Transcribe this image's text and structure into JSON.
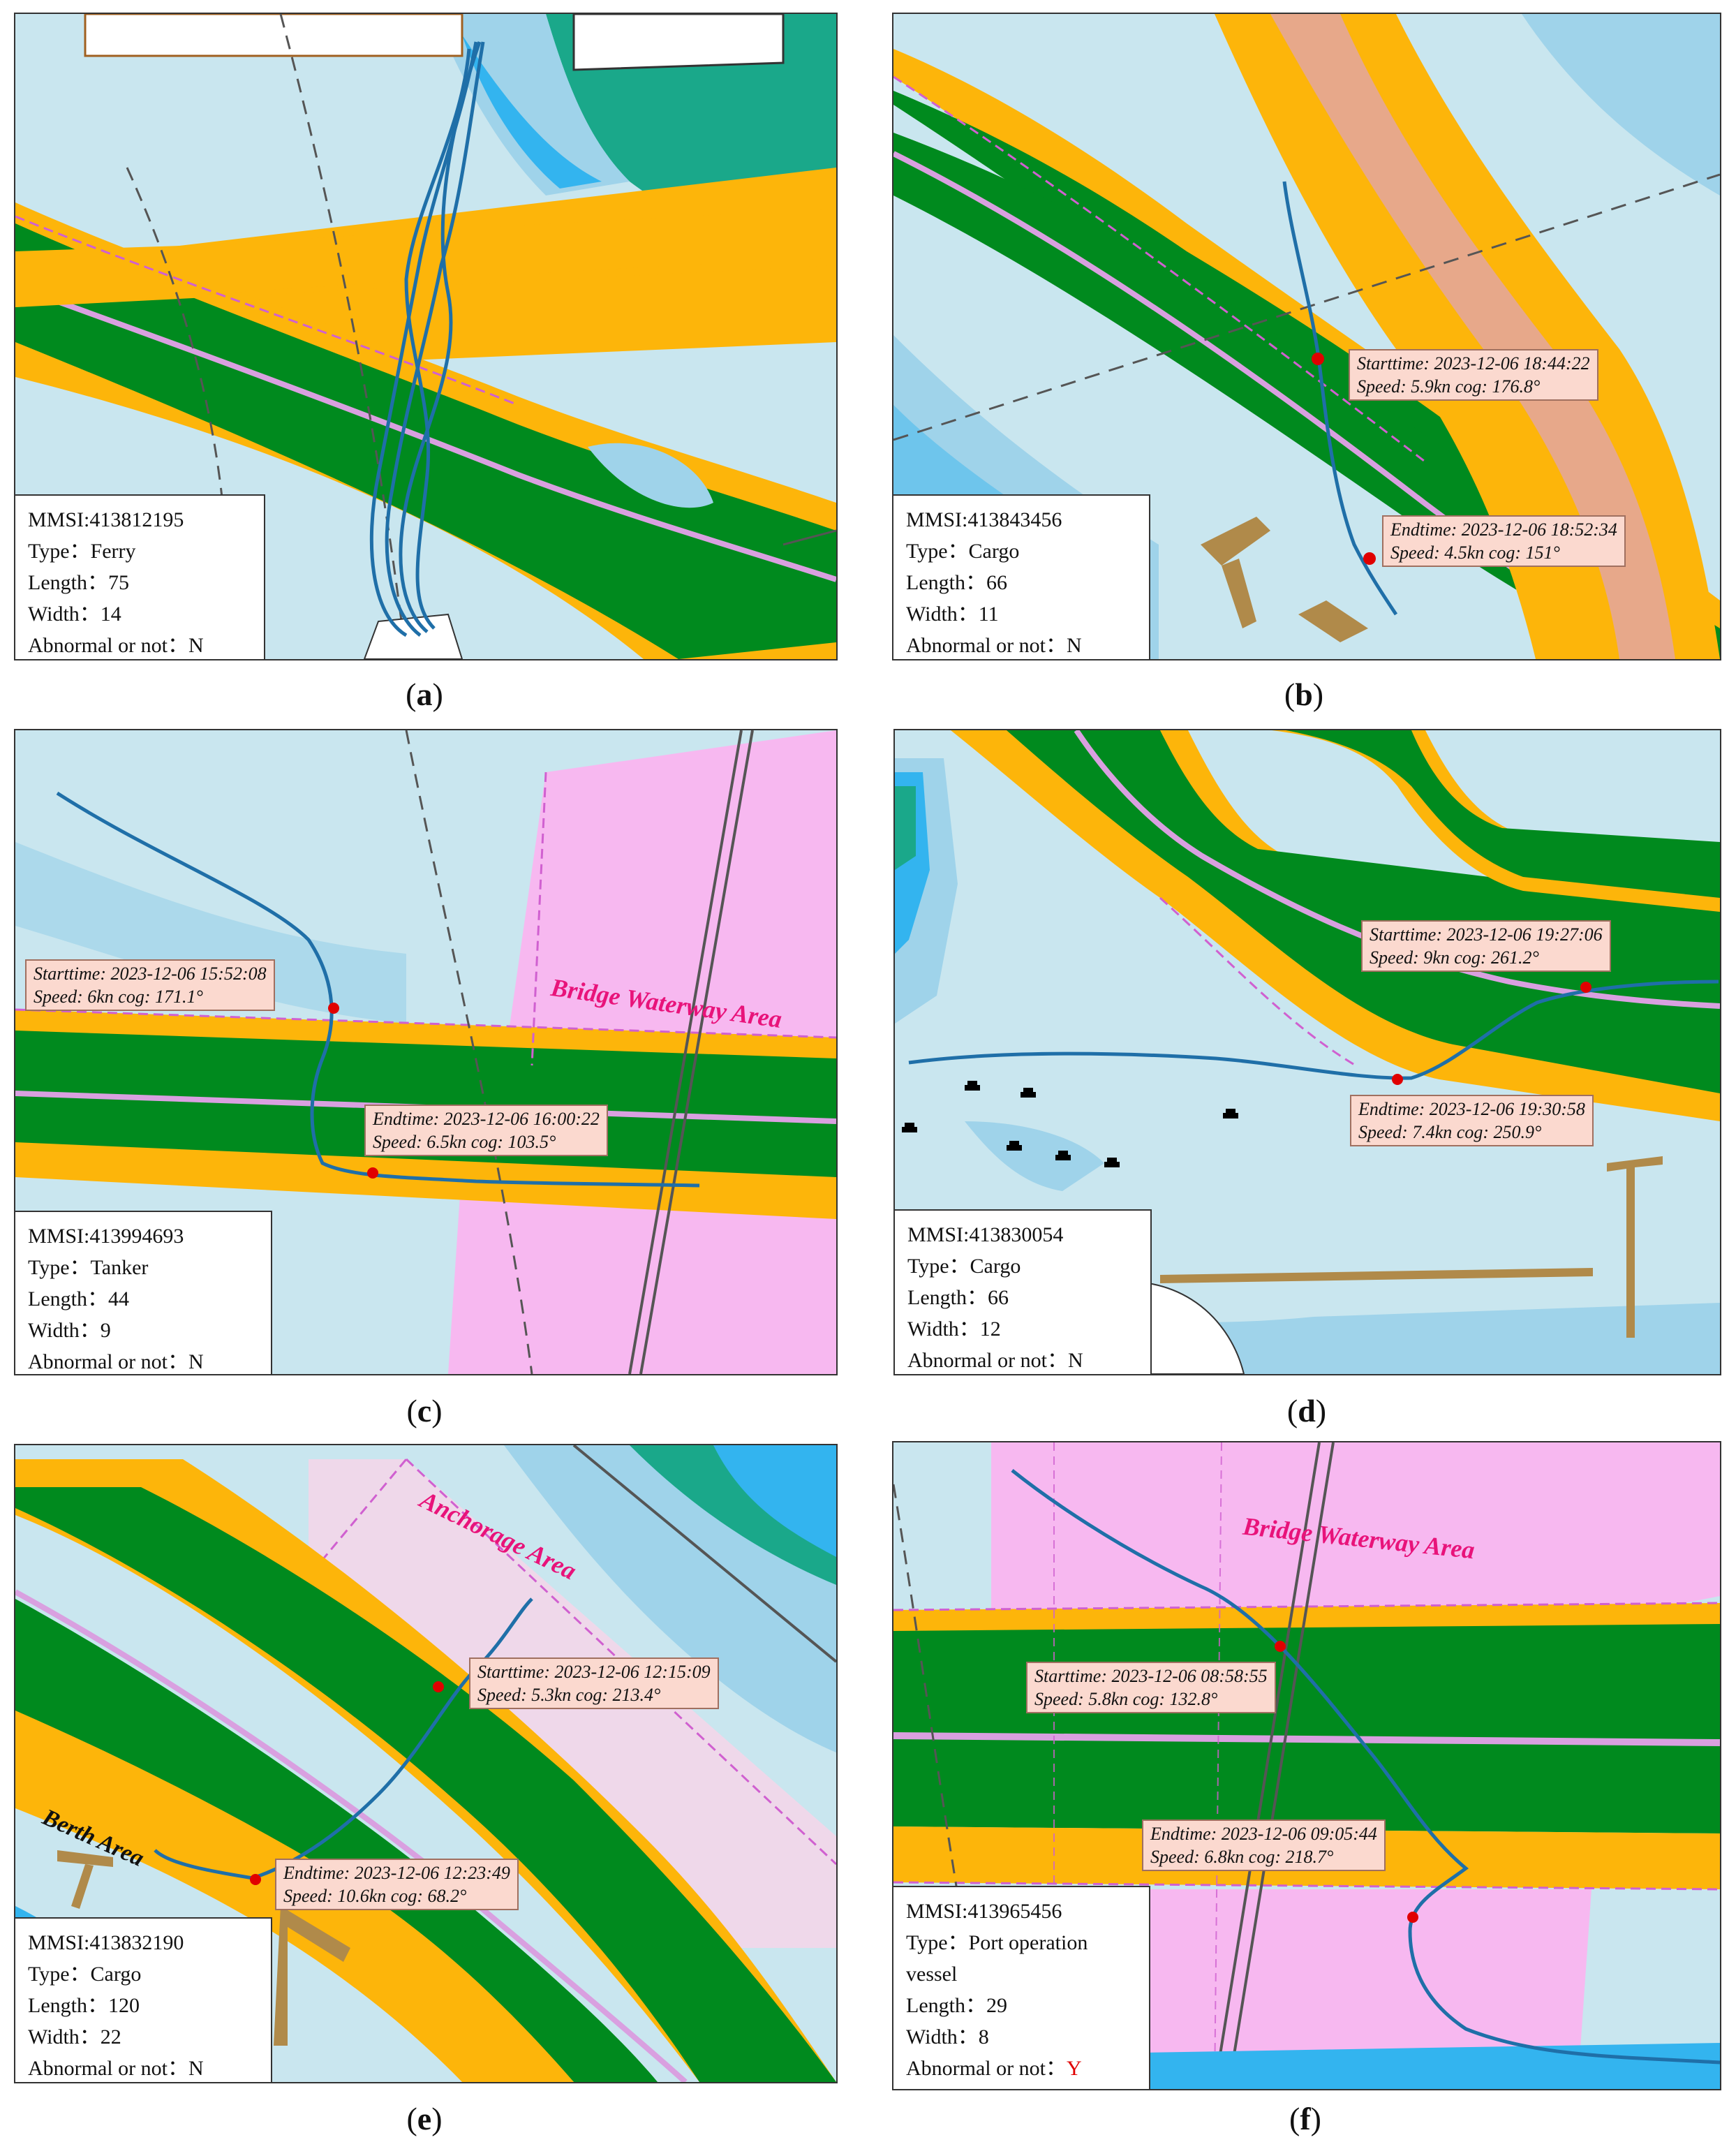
{
  "panels": [
    {
      "id": "a",
      "caption_letter": "a",
      "info": {
        "mmsi": "MMSI:413812195",
        "type": "Type：Ferry",
        "length": "Length：75",
        "width": "Width：14",
        "abnormal_label": "Abnormal or not：",
        "abnormal_value": "N"
      }
    },
    {
      "id": "b",
      "caption_letter": "b",
      "info": {
        "mmsi": "MMSI:413843456",
        "type": "Type：Cargo",
        "length": "Length：66",
        "width": "Width：11",
        "abnormal_label": "Abnormal or not：",
        "abnormal_value": "N"
      },
      "start": {
        "line1": "Starttime: 2023-12-06 18:44:22",
        "line2": "Speed: 5.9kn        cog: 176.8°"
      },
      "end": {
        "line1": "Endtime: 2023-12-06 18:52:34",
        "line2": "Speed: 4.5kn          cog: 151°"
      }
    },
    {
      "id": "c",
      "caption_letter": "c",
      "area_label": "Bridge Waterway Area",
      "info": {
        "mmsi": "MMSI:413994693",
        "type": "Type：Tanker",
        "length": "Length：44",
        "width": "Width：9",
        "abnormal_label": "Abnormal or not：",
        "abnormal_value": "N"
      },
      "start": {
        "line1": "Starttime: 2023-12-06 15:52:08",
        "line2": "Speed: 6kn          cog: 171.1°"
      },
      "end": {
        "line1": "Endtime: 2023-12-06 16:00:22",
        "line2": "Speed: 6.5kn        cog: 103.5°"
      }
    },
    {
      "id": "d",
      "caption_letter": "d",
      "info": {
        "mmsi": "MMSI:413830054",
        "type": "Type：Cargo",
        "length": "Length：66",
        "width": "Width：12",
        "abnormal_label": "Abnormal or not：",
        "abnormal_value": "N"
      },
      "start": {
        "line1": "Starttime: 2023-12-06 19:27:06",
        "line2": "Speed: 9kn          cog: 261.2°"
      },
      "end": {
        "line1": "Endtime: 2023-12-06 19:30:58",
        "line2": "Speed: 7.4kn        cog: 250.9°"
      }
    },
    {
      "id": "e",
      "caption_letter": "e",
      "area_label": "Anchorage Area",
      "berth_label": "Berth Area",
      "info": {
        "mmsi": "MMSI:413832190",
        "type": "Type：Cargo",
        "length": "Length：120",
        "width": "Width：22",
        "abnormal_label": "Abnormal or not：",
        "abnormal_value": "N"
      },
      "start": {
        "line1": "Starttime: 2023-12-06 12:15:09",
        "line2": "Speed: 5.3kn        cog: 213.4°"
      },
      "end": {
        "line1": "Endtime: 2023-12-06 12:23:49",
        "line2": "Speed: 10.6kn        cog: 68.2°"
      }
    },
    {
      "id": "f",
      "caption_letter": "f",
      "area_label": "Bridge Waterway Area",
      "info": {
        "mmsi": "MMSI:413965456",
        "type": "Type：Port operation",
        "type2": "vessel",
        "length": "Length：29",
        "width": "Width：8",
        "abnormal_label": "Abnormal or not：",
        "abnormal_value": "Y"
      },
      "start": {
        "line1": "Starttime: 2023-12-06 08:58:55",
        "line2": "Speed: 5.8kn        cog: 132.8°"
      },
      "end": {
        "line1": "Endtime: 2023-12-06 09:05:44",
        "line2": "Speed: 6.8kn        cog: 218.7°"
      }
    }
  ],
  "colors": {
    "water_light": "#c9e6ef",
    "water_mid": "#9fd3ea",
    "water_deep": "#33b4ef",
    "land_green": "#1aa88a",
    "fairway_green": "#008a1e",
    "buffer_orange": "#fdb50a",
    "centerline": "#d9a0e0",
    "bridge_area": "#f7b8f0",
    "anchorage": "#efd8ea",
    "track": "#1f6fa8",
    "red_marker": "#e00000",
    "area_label": "#e8137a"
  }
}
